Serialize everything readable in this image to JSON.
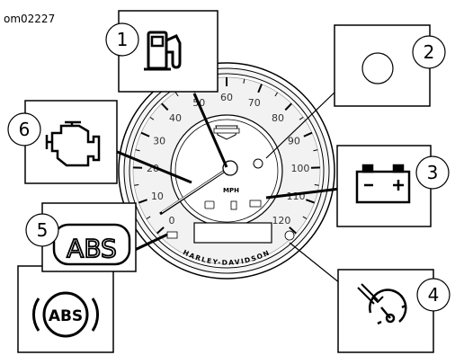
{
  "figure_id": "om02227",
  "callouts": [
    {
      "number": "1",
      "icon": "fuel-pump-icon"
    },
    {
      "number": "2",
      "icon": "circle-indicator-icon"
    },
    {
      "number": "3",
      "icon": "battery-icon"
    },
    {
      "number": "4",
      "icon": "security-speedometer-icon"
    },
    {
      "number": "5",
      "icon": "abs-text-icon"
    },
    {
      "number": "6",
      "icon": "check-engine-icon"
    }
  ],
  "abs_text": "ABS",
  "abs_text_alt": "ABS",
  "gauge": {
    "ticks": [
      "0",
      "10",
      "20",
      "30",
      "40",
      "50",
      "60",
      "70",
      "80",
      "90",
      "100",
      "110",
      "120"
    ],
    "mph_label": "MPH",
    "brand_arc": "HARLEY-DAVIDSON"
  },
  "colors": {
    "line": "#000000",
    "background": "#ffffff",
    "gauge_face": "#f4f4f4"
  }
}
